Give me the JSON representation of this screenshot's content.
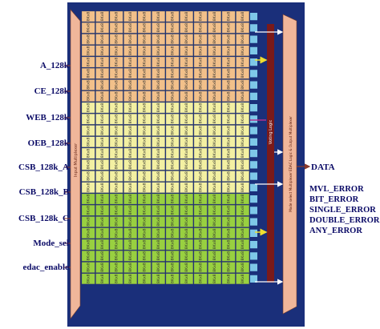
{
  "inputs": [
    "A_128k",
    "CE_128k",
    "WEB_128k",
    "OEB_128k",
    "CSB_128k_A",
    "CSB_128k_B",
    "CSB_128k_C",
    "Mode_sel",
    "edac_enable"
  ],
  "output": "DATA",
  "errors": [
    "MVL_ERROR",
    "BIT_ERROR",
    "SINGLE_ERROR",
    "DOUBLE_ERROR",
    "ANY_ERROR"
  ],
  "cell_label": "8Kx8",
  "labels": {
    "input_mux": "Input Multiplexer",
    "voting_logic": "Voting Logic",
    "output_mux": "Mode select Multiplexer EDAC Logic & Output Multiplexer"
  },
  "colors": {
    "chip": "#1a2f7a",
    "block_a": "#f2c08a",
    "block_b": "#f3f0a2",
    "block_c": "#98d040",
    "mux": "#f0b69a",
    "voting": "#7a1a1a",
    "arrow_yellow": "#f0e030",
    "arrow_white": "#ffffff"
  }
}
